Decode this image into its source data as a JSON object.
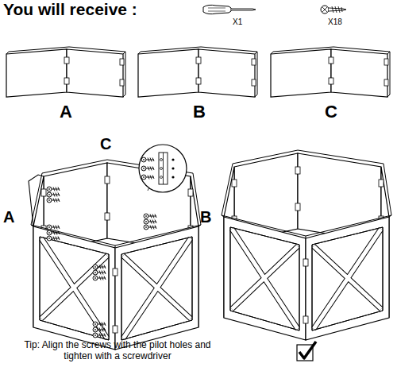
{
  "diagram": {
    "title": "You will receive :",
    "labels": [
      "X1",
      "X18",
      "A",
      "B",
      "C",
      "C",
      "A",
      "B",
      "Tip: Align the screws with the pilot holes and tighten with a screwdriver"
    ]
  }
}
